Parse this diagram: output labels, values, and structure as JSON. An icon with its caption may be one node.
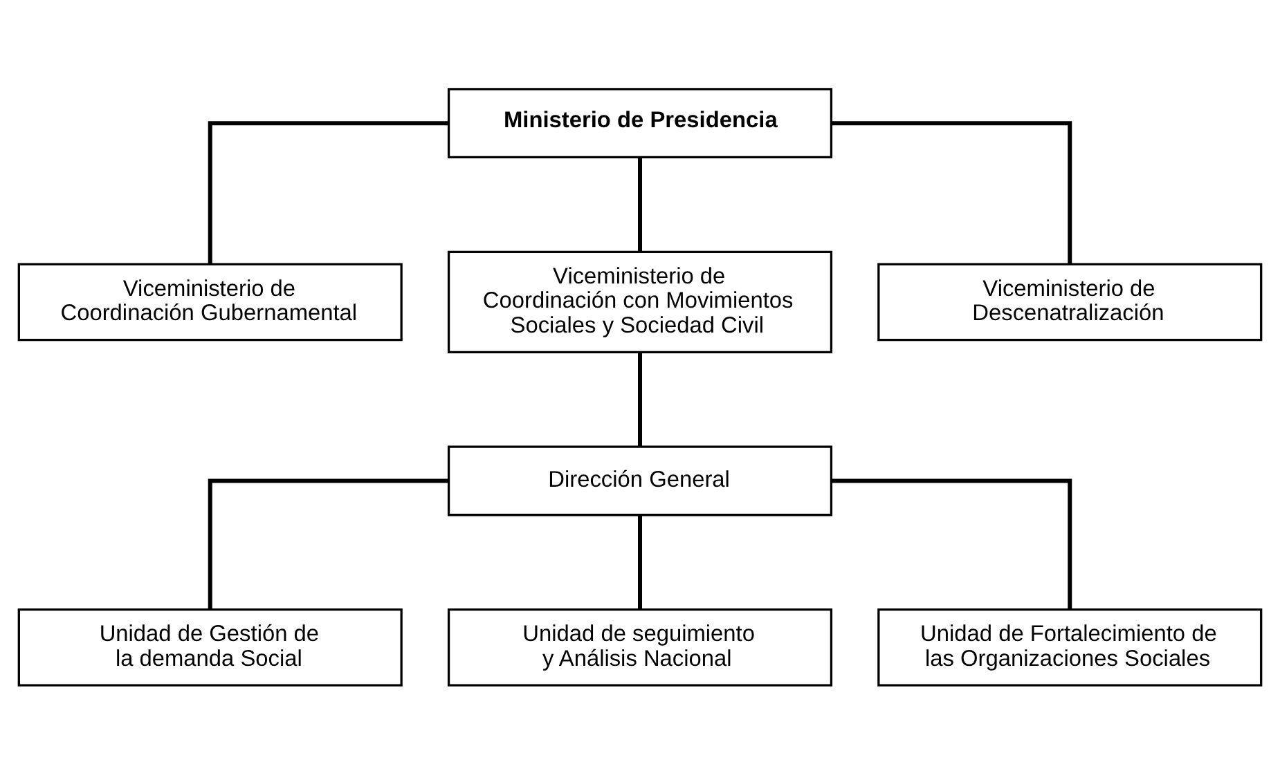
{
  "diagram": {
    "nodes": [
      {
        "text": [
          "Ministerio de Presidencia"
        ]
      },
      {
        "text": [
          "Viceministerio de Coordinación Gubernamental"
        ]
      },
      {
        "text": [
          "Viceministerio de Coordinación con Movimientos Sociales y Sociedad Civil"
        ]
      },
      {
        "text": [
          "Viceministerio de Descenatralización"
        ]
      },
      {
        "text": [
          "Dirección General"
        ]
      },
      {
        "text": [
          "Unidad de Gestión de la demanda Social"
        ]
      },
      {
        "text": [
          "Unidad de seguimiento y Análisis Nacional"
        ]
      },
      {
        "text": [
          "Unidad de Fortalecimiento de las Organizaciones Sociales"
        ]
      }
    ],
    "edges": [
      {
        "from": 0,
        "to": 1,
        "arrow": "none"
      },
      {
        "from": 0,
        "to": 2,
        "arrow": "none"
      },
      {
        "from": 0,
        "to": 3,
        "arrow": "none"
      },
      {
        "from": 2,
        "to": 4,
        "arrow": "none"
      },
      {
        "from": 4,
        "to": 5,
        "arrow": "none"
      },
      {
        "from": 4,
        "to": 6,
        "arrow": "none"
      },
      {
        "from": 4,
        "to": 7,
        "arrow": "none"
      }
    ]
  }
}
